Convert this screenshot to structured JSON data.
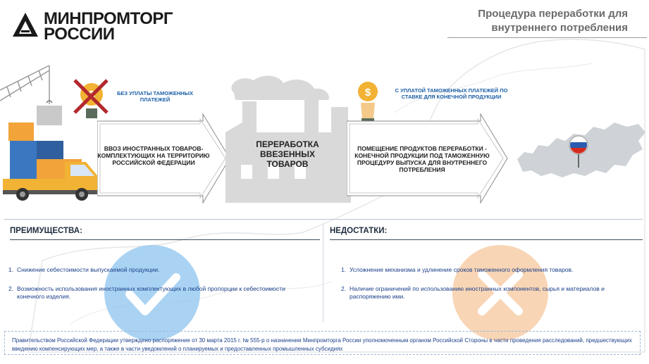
{
  "header": {
    "logo_line1": "МИНПРОМТОРГ",
    "logo_line2": "РОССИИ",
    "title": "Процедура переработки для внутреннего потребления"
  },
  "flow": {
    "no_duties_label": "БЕЗ УПЛАТЫ ТАМОЖЕННЫХ ПЛАТЕЖЕЙ",
    "with_duties_label": "С УПЛАТОЙ ТАМОЖЕННЫХ ПЛАТЕЖЕЙ ПО СТАВКЕ ДЛЯ КОНЕЧНОЙ ПРОДУКЦИИ",
    "import_arrow": "ВВОЗ ИНОСТРАННЫХ ТОВАРОВ-КОМПЛЕКТУЮЩИХ НА ТЕРРИТОРИЮ РОССИЙСКОЙ ФЕДЕРАЦИИ",
    "factory": "ПЕРЕРАБОТКА ВВЕЗЕННЫХ ТОВАРОВ",
    "release_arrow": "ПОМЕЩЕНИЕ ПРОДУКТОВ ПЕРЕРАБОТКИ - КОНЕЧНОЙ ПРОДУКЦИИ ПОД ТАМОЖЕННУЮ ПРОЦЕДУРУ ВЫПУСКА ДЛЯ ВНУТРЕННЕГО ПОТРЕБЛЕНИЯ"
  },
  "advantages": {
    "title": "ПРЕИМУЩЕСТВА:",
    "items": [
      {
        "num": "1.",
        "text": "Снижение себестоимости выпускаемой продукции."
      },
      {
        "num": "2.",
        "text": "Возможность использования иностранных комплектующих в любой пропорции к себестоимости конечного изделия."
      }
    ]
  },
  "disadvantages": {
    "title": "НЕДОСТАТКИ:",
    "items": [
      {
        "num": "1.",
        "text": "Усложнение механизма и удлинение сроков таможенного оформления товаров."
      },
      {
        "num": "2.",
        "text": "Наличие ограничений по использованию иностранных компонентов, сырья и материалов и распоряжению ими."
      }
    ]
  },
  "footer": {
    "text": "Правительством Российской Федерации утверждено распоряжение от 30 марта 2015 г. № 555-р о назначении Минпромторга России уполномоченным органом Российской Стороны в части проведения расследований, предшествующих введению компенсирующих мер, а также в части уведомлений о планируемых и предоставленных промышленных субсидиях"
  },
  "nav": {
    "prev_glyph": "‹"
  },
  "colors": {
    "accent_blue": "#1a5ea8",
    "factory_grey": "#d9d9d9",
    "check_blue": "#8ec4ef",
    "cross_orange": "#f6c79c",
    "coin_gold": "#f2b233",
    "cross_red": "#b3282d"
  },
  "icons": [
    "logo-icon",
    "crane-icon",
    "truck-icon",
    "coin-icon",
    "cross-icon",
    "factory-icon",
    "map-icon",
    "flag-pin-icon",
    "check-icon",
    "cross-circle-icon",
    "chevron-left-icon"
  ]
}
